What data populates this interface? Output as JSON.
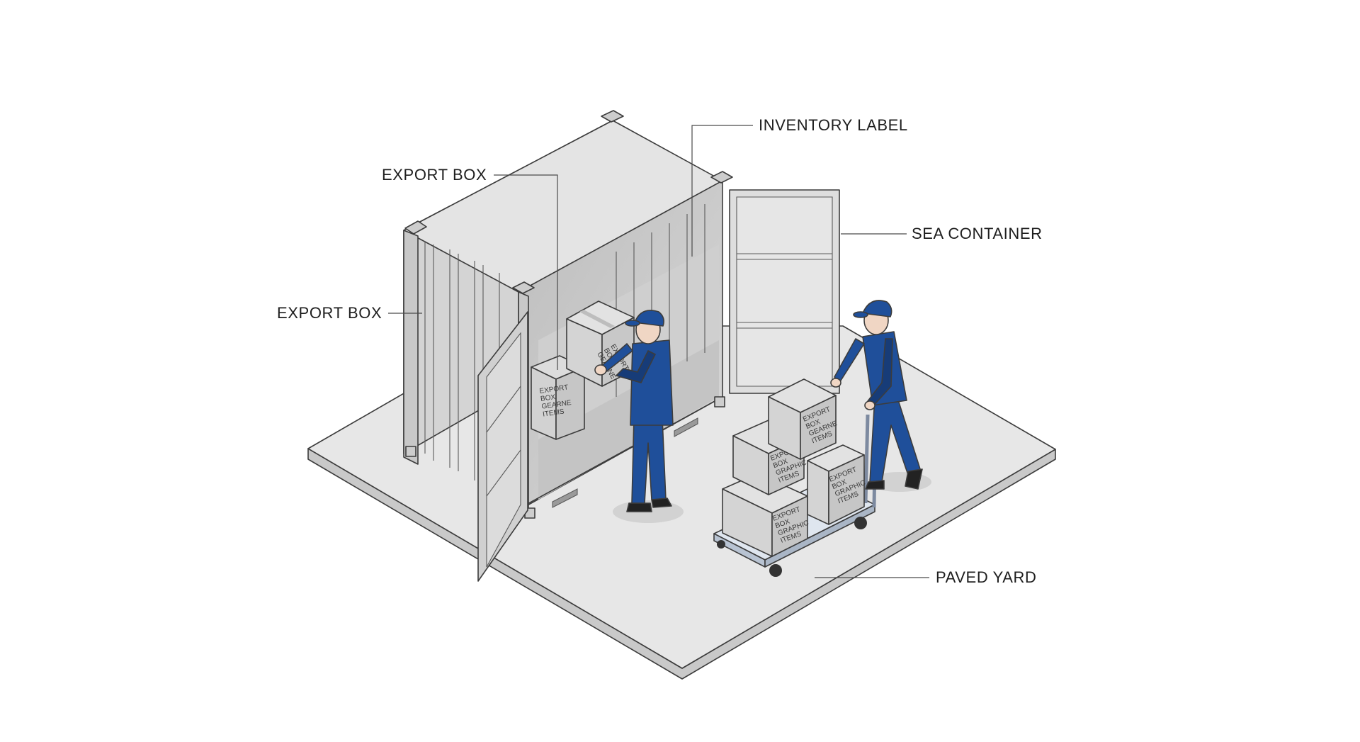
{
  "labels": {
    "inventory_label": "INVENTORY LABEL",
    "export_box_top": "EXPORT BOX",
    "export_box_left": "EXPORT BOX",
    "sea_container": "SEA CONTAINER",
    "paved_yard": "PAVED YARD"
  },
  "box_prints": {
    "box_inside_low": [
      "EXPORT",
      "BOX",
      "GEARNE",
      "ITEMS"
    ],
    "box_in_hands": [
      "EXPORT",
      "BOX",
      "GEARNE",
      "ITEMS"
    ],
    "cart_top": [
      "EXPORT",
      "BOX",
      "GEARNE",
      "ITEMS"
    ],
    "cart_mid_left": [
      "EXPORT",
      "BOX",
      "GRAPHIC",
      "ITEMS"
    ],
    "cart_mid_right": [
      "EXPORT",
      "BOX",
      "GRAPHIC",
      "ITEMS"
    ],
    "cart_bottom": [
      "EXPORT",
      "BOX",
      "GRAPHIC",
      "ITEMS"
    ]
  },
  "colors": {
    "uniform": "#1f4f9a",
    "uniform_shadow": "#173c78",
    "container": "#dadada",
    "ground": "#e6e6e6"
  }
}
